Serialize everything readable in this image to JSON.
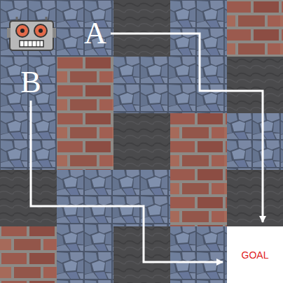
{
  "diagram": {
    "nodes": [
      {
        "text": [
          "A"
        ]
      },
      {
        "text": [
          "B"
        ]
      },
      {
        "text": [
          "GOAL"
        ]
      }
    ],
    "edges": [
      {
        "from": 0,
        "to": 2,
        "arrow": "to"
      },
      {
        "from": 1,
        "to": 2,
        "arrow": "to"
      }
    ]
  }
}
